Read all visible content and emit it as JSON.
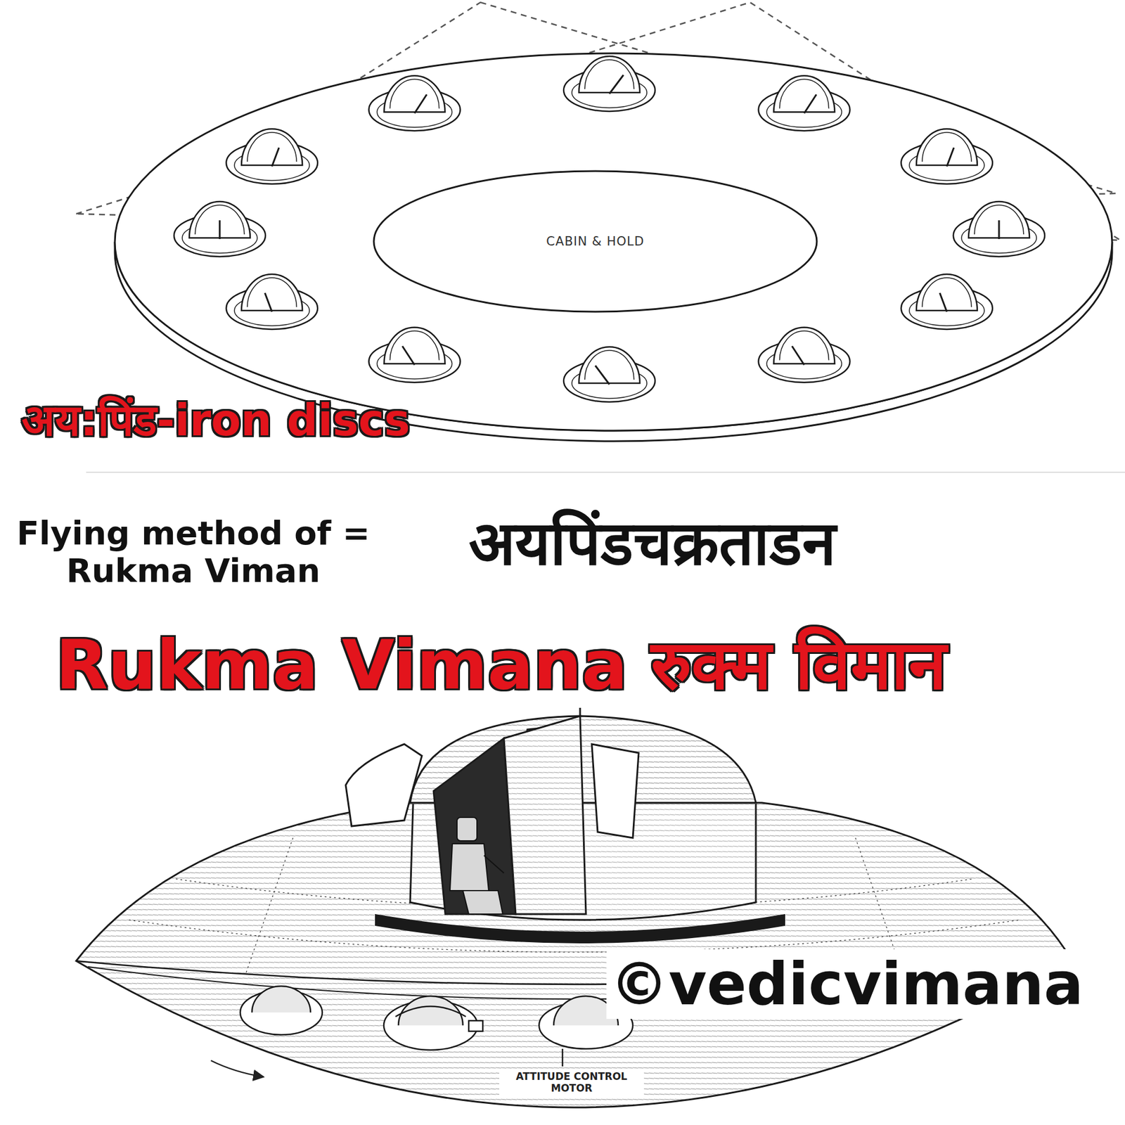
{
  "diagram": {
    "title": "Rukma Vimana रुक्म विमान",
    "nodes": [
      {
        "text": [
          "CABIN & HOLD"
        ]
      }
    ],
    "edges": [],
    "labels": [
      "अय:पिंड-iron discs",
      "Flying method of = Rukma Viman",
      "अयपिंडचक्रताडन",
      "ATTITUDE CONTROL MOTOR",
      "©vedicvimana"
    ]
  }
}
